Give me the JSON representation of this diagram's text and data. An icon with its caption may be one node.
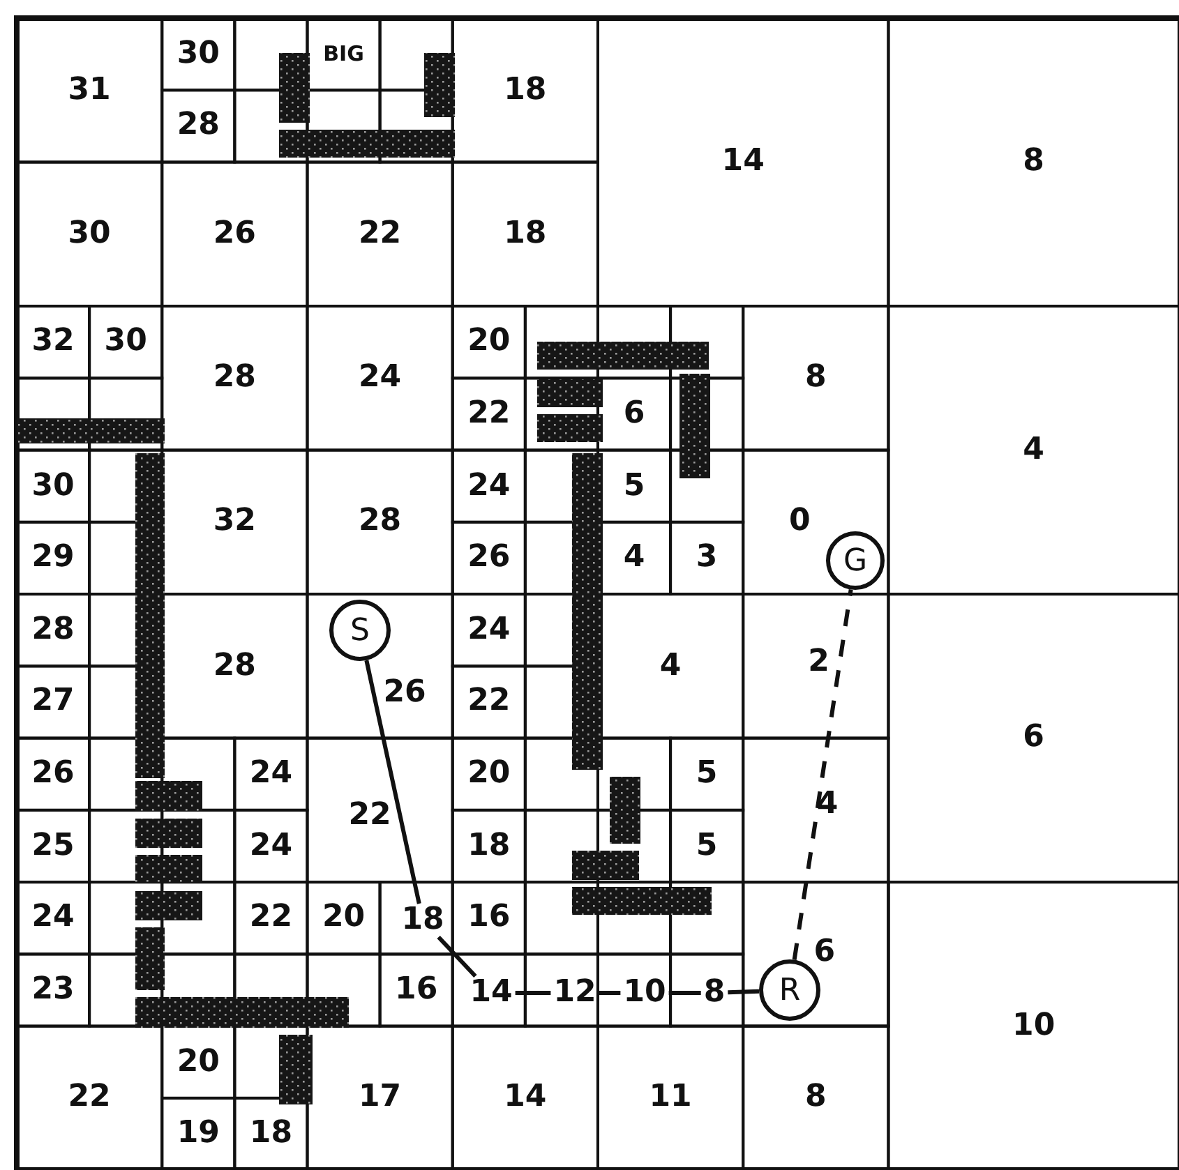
{
  "diagram": {
    "nodes": [
      {
        "text": [
          "S"
        ]
      },
      {
        "text": [
          "18"
        ]
      },
      {
        "text": [
          "14"
        ]
      },
      {
        "text": [
          "12"
        ]
      },
      {
        "text": [
          "10"
        ]
      },
      {
        "text": [
          "8"
        ]
      },
      {
        "text": [
          "R"
        ]
      },
      {
        "text": [
          "G"
        ]
      }
    ],
    "edges": [
      {
        "from": 0,
        "to": 1,
        "arrow": "none"
      },
      {
        "from": 1,
        "to": 2,
        "arrow": "none"
      },
      {
        "from": 2,
        "to": 3,
        "arrow": "none"
      },
      {
        "from": 3,
        "to": 4,
        "arrow": "none"
      },
      {
        "from": 4,
        "to": 5,
        "arrow": "none"
      },
      {
        "from": 5,
        "to": 6,
        "arrow": "none"
      },
      {
        "from": 6,
        "to": 7,
        "arrow": "none",
        "style": "dashed"
      }
    ],
    "labels": [
      "31",
      "30",
      "BIG",
      "18",
      "14",
      "8",
      "28",
      "30",
      "26",
      "22",
      "18",
      "32",
      "30",
      "28",
      "24",
      "20",
      "8",
      "22",
      "6",
      "4",
      "30",
      "32",
      "28",
      "24",
      "5",
      "29",
      "26",
      "4",
      "3",
      "0",
      "28",
      "28",
      "24",
      "4",
      "2",
      "27",
      "26",
      "22",
      "26",
      "24",
      "20",
      "5",
      "6",
      "22",
      "4",
      "25",
      "24",
      "18",
      "5",
      "24",
      "22",
      "20",
      "16",
      "6",
      "23",
      "16",
      "10",
      "22",
      "20",
      "17",
      "14",
      "11",
      "8",
      "19",
      "18"
    ]
  }
}
